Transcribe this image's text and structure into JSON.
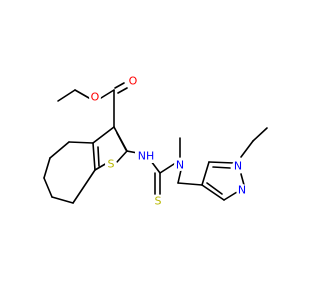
{
  "atoms": {
    "o_ether": "O",
    "o_carbonyl": "O",
    "nh_amide": "NH",
    "n_methyl": "N",
    "s_thiophene": "S",
    "s_thione": "S",
    "n_pyrazole_1": "N",
    "n_pyrazole_2": "N"
  },
  "colors": {
    "bond": "#000000",
    "oxygen": "#ff0000",
    "nitrogen": "#0000ff",
    "sulfur": "#b8b800"
  }
}
